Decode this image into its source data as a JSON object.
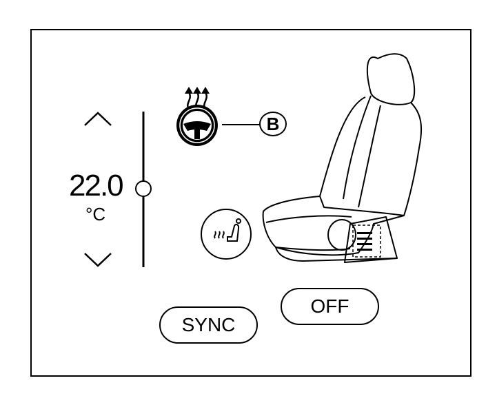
{
  "climate": {
    "temperature_value": "22.0",
    "temperature_unit": "°C"
  },
  "buttons": {
    "sync_label": "SYNC",
    "off_label": "OFF"
  },
  "callouts": {
    "b_label": "B"
  },
  "icons": {
    "temp_up": "chevron-up-icon",
    "temp_down": "chevron-down-icon",
    "temp_slider": "slider-icon",
    "steering_heat": "heated-steering-wheel-icon",
    "seat_heat": "heated-seat-icon",
    "seat_illustration": "car-seat-illustration"
  }
}
